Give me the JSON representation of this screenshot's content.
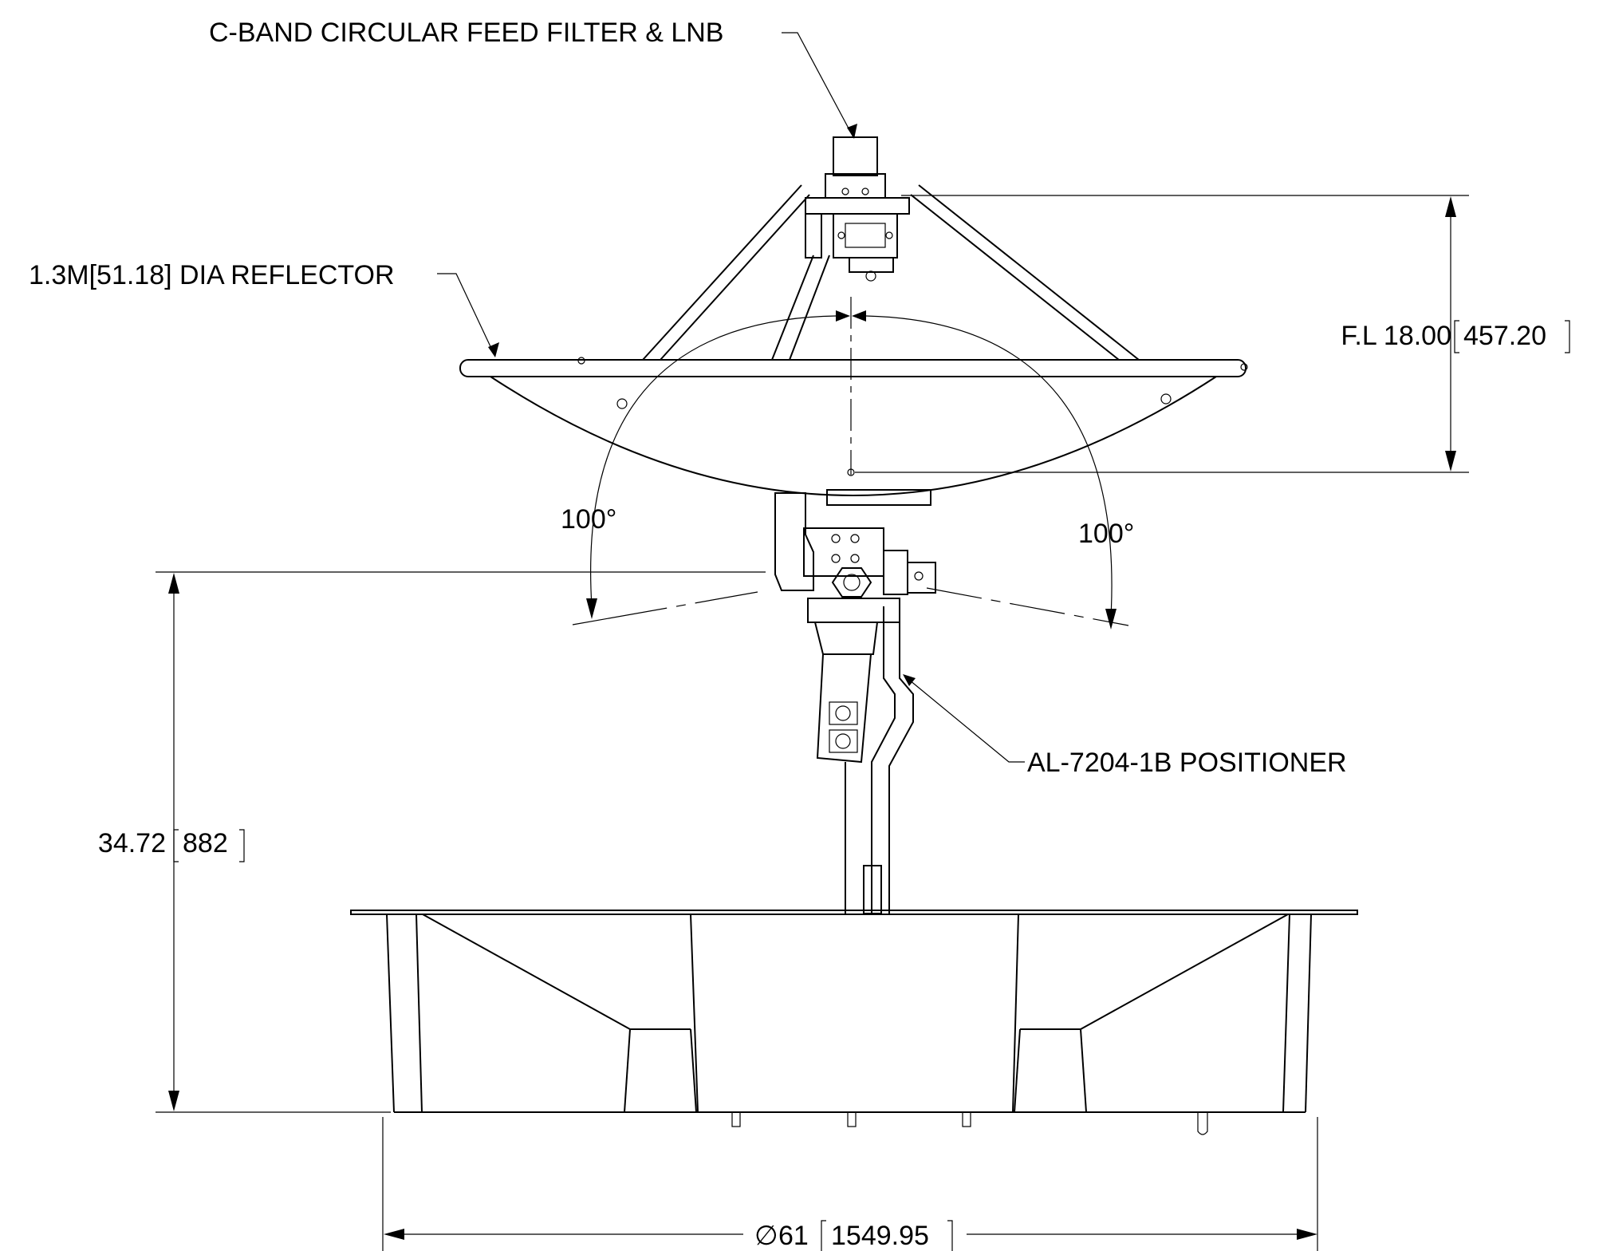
{
  "labels": {
    "feed": "C-BAND CIRCULAR FEED FILTER & LNB",
    "reflector": "1.3M[51.18] DIA REFLECTOR",
    "positioner": "AL-7204-1B POSITIONER",
    "focal_length": "F.L 18.00",
    "focal_length_mm": "457.20",
    "height": "34.72",
    "height_mm": "882",
    "angle_left": "100°",
    "angle_right": "100°",
    "diameter_symbol": "∅",
    "diameter": "61",
    "diameter_mm": "1549.95"
  }
}
